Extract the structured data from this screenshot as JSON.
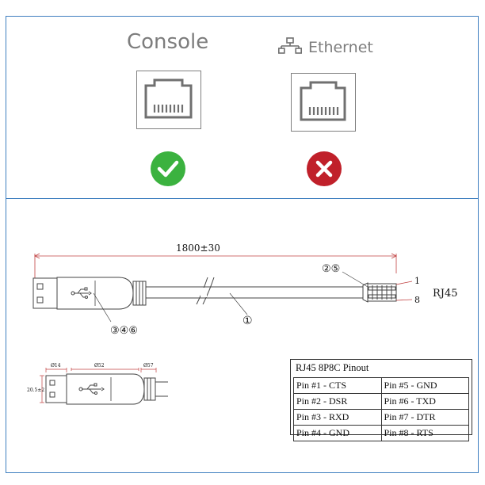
{
  "header": {
    "console_label": "Console",
    "ethernet_label": "Ethernet",
    "ethernet_icon": "network-icon",
    "console_status": "check-mark",
    "ethernet_status": "cross-mark",
    "colors": {
      "check": "#3bb23f",
      "cross": "#c0202a",
      "frame": "#3f7fc0",
      "text": "#7d7d7d"
    }
  },
  "diagram": {
    "length_label": "1800±30",
    "callout_cable": "①",
    "callout_rj45_top": "②⑤",
    "callout_usb": "③④⑥",
    "rj45_label": "RJ45",
    "rj45_pin_top": "1",
    "rj45_pin_bottom": "8",
    "dim_a": "Ø14",
    "dim_b": "Ø52",
    "dim_c": "Ø57",
    "dim_d": "20.5±2"
  },
  "pinout": {
    "title": "RJ45 8P8C Pinout",
    "rows": [
      [
        "Pin #1 -  CTS",
        "Pin #5 - GND"
      ],
      [
        "Pin #2 - DSR",
        "Pin #6 - TXD"
      ],
      [
        "Pin #3 - RXD",
        "Pin #7 - DTR"
      ],
      [
        "Pin #4 - GND",
        "Pin #8 - RTS"
      ]
    ]
  }
}
